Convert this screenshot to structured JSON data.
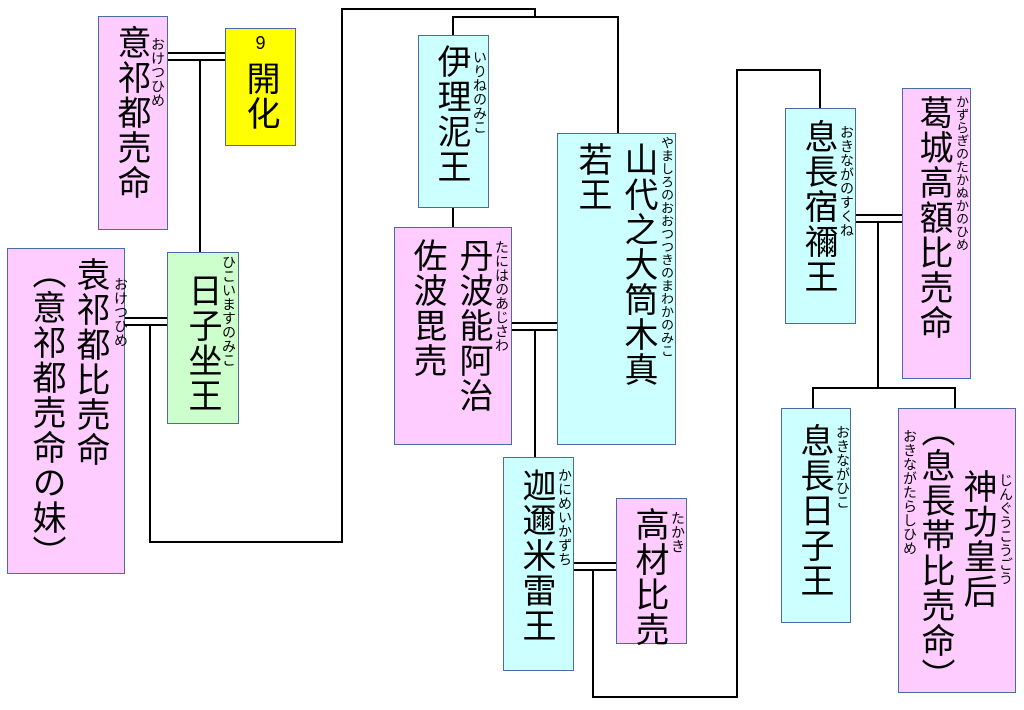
{
  "persons": {
    "okethuhime": {
      "name": "意祁都売命",
      "furigana": "おけつひめ"
    },
    "kaika": {
      "number": "9",
      "name": "開化"
    },
    "okethuhime2": {
      "name": "袁祁都比売命",
      "furigana": "おけつひめ",
      "note": "（意祁都売命の妹）"
    },
    "hikoimasu": {
      "name": "日子坐王",
      "furigana": "ひこいますのみこ"
    },
    "irine": {
      "name": "伊理泥王",
      "furigana": "いりねのみこ"
    },
    "tanihanoajisawa": {
      "name": "丹波能阿治",
      "furigana": "たにはのあじさわ",
      "name2": "佐波毘売"
    },
    "yamashiro": {
      "name": "山代之大筒木真",
      "name2": "若王",
      "furigana": "やましろのおおつつきのまわかのみこ"
    },
    "kanimeikazuchi": {
      "name": "迦邇米雷王",
      "furigana": "かにめいかずち"
    },
    "takaki": {
      "name": "高材比売",
      "furigana": "たかき"
    },
    "okinaganosukune": {
      "name": "息長宿禰王",
      "furigana": "おきながのすくね"
    },
    "kazuragi": {
      "name": "葛城高額比売命",
      "furigana": "かずらぎのたかぬかのひめ"
    },
    "okinagahiko": {
      "name": "息長日子王",
      "furigana": "おきながひこ"
    },
    "jingu": {
      "name": "神功皇后",
      "furigana": "じんぐうこうごう",
      "alt": "（息長帯比売命）",
      "alt_furigana": "おきながたらしひめ"
    }
  }
}
